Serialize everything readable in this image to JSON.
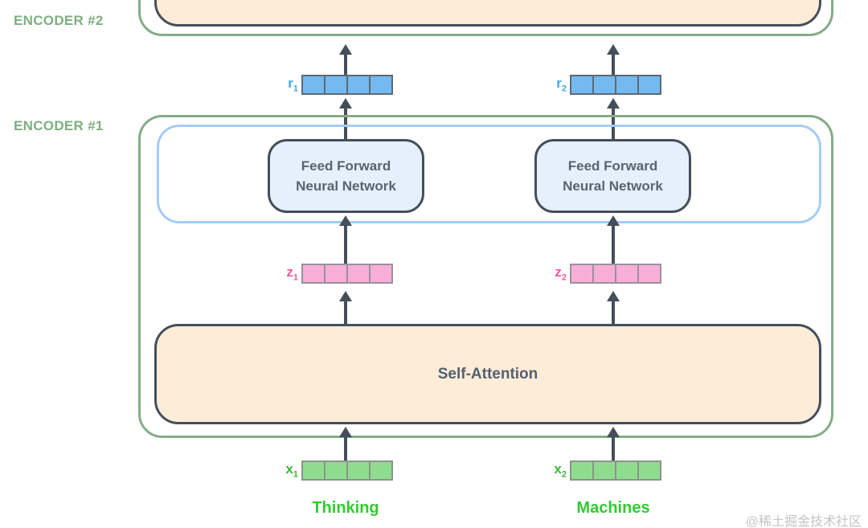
{
  "labels": {
    "encoder2": "ENCODER #2",
    "encoder1": "ENCODER #1",
    "ffnn_line1": "Feed Forward",
    "ffnn_line2": "Neural Network",
    "self_attention": "Self-Attention"
  },
  "vectors": {
    "r1": {
      "base": "r",
      "sub": "1"
    },
    "r2": {
      "base": "r",
      "sub": "2"
    },
    "z1": {
      "base": "z",
      "sub": "1"
    },
    "z2": {
      "base": "z",
      "sub": "2"
    },
    "x1": {
      "base": "x",
      "sub": "1"
    },
    "x2": {
      "base": "x",
      "sub": "2"
    }
  },
  "tokens": {
    "word1": "Thinking",
    "word2": "Machines"
  },
  "watermark": "@稀土掘金技术社区",
  "colors": {
    "encoder_border_green": "#84ad86",
    "encoder_label_green": "#7fae81",
    "inner_blue_border": "#a5ccf6",
    "dark_border": "#454f5b",
    "peach_fill": "#fdecd8",
    "ffnn_fill": "#e4f0fc",
    "dark_text": "#556070",
    "r_cell_fill": "#74b9f0",
    "z_cell_fill": "#f9aed7",
    "x_cell_fill": "#8fdc8f",
    "r_label": "#3fa8e8",
    "z_label": "#ef58a0",
    "x_label": "#3cb53c",
    "token_green": "#31cb31",
    "watermark_gray": "#c4c4c4"
  }
}
